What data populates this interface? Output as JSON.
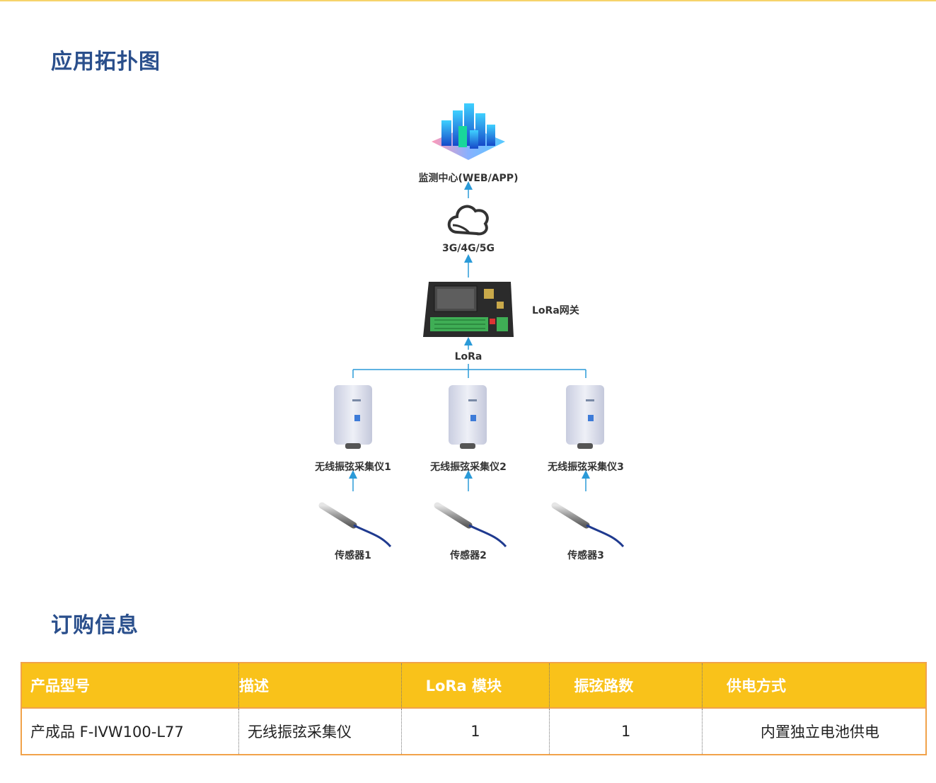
{
  "sections": {
    "topology_title": "应用拓扑图",
    "order_title": "订购信息"
  },
  "diagram": {
    "monitor_label": "监测中心(WEB/APP)",
    "network_label": "3G/4G/5G",
    "gateway_label": "LoRa网关",
    "lora_label": "LoRa",
    "collectors": [
      "无线振弦采集仪1",
      "无线振弦采集仪2",
      "无线振弦采集仪3"
    ],
    "sensors": [
      "传感器1",
      "传感器2",
      "传感器3"
    ],
    "colors": {
      "arrow": "#2a9ad8",
      "device_body": "#dfe2ee",
      "gateway_body": "#2b2b2b",
      "terminal": "#3fae55"
    },
    "icons": [
      "city-buildings-icon",
      "cloud-icon",
      "gateway-device-icon",
      "collector-device-icon",
      "sensor-probe-icon"
    ]
  },
  "order_table": {
    "headers": [
      "产品型号",
      "描述",
      "LoRa 模块",
      "振弦路数",
      "供电方式"
    ],
    "rows": [
      [
        "产成品 F-IVW100-L77",
        "无线振弦采集仪",
        "1",
        "1",
        "内置独立电池供电"
      ]
    ],
    "colors": {
      "header_bg": "#f9c21a",
      "border": "#f1a24a",
      "title": "#2a4f8c"
    }
  }
}
